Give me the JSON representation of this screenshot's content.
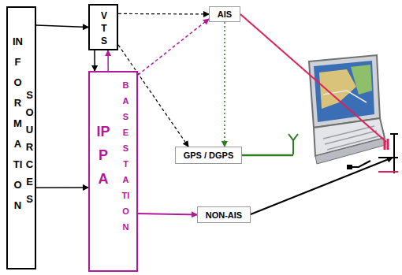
{
  "diagram": {
    "nodes": [
      {
        "text": [
          "INFORMATION",
          "SOURCES"
        ]
      },
      {
        "text": [
          "VTS"
        ]
      },
      {
        "text": [
          "IPPA",
          "BASE STATION"
        ]
      },
      {
        "text": [
          "AIS"
        ]
      },
      {
        "text": [
          "GPS / DGPS"
        ]
      },
      {
        "text": [
          "NON-AIS"
        ]
      }
    ],
    "edges": [
      {
        "from": 0,
        "to": 1,
        "arrow": "to"
      },
      {
        "from": 0,
        "to": 2,
        "arrow": "to"
      },
      {
        "from": 1,
        "to": 2,
        "arrow": "to"
      },
      {
        "from": 2,
        "to": 1,
        "arrow": "to"
      },
      {
        "from": 1,
        "to": 3,
        "arrow": "to"
      },
      {
        "from": 1,
        "to": 4,
        "arrow": "to"
      },
      {
        "from": 2,
        "to": 3,
        "arrow": "to"
      },
      {
        "from": 3,
        "to": 4,
        "arrow": "to"
      },
      {
        "from": 2,
        "to": 5,
        "arrow": "to"
      }
    ]
  }
}
